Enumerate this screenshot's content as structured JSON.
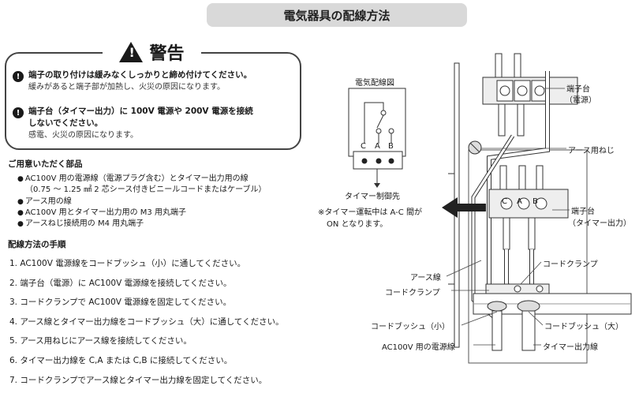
{
  "title": "電気器具の配線方法",
  "warning": {
    "heading": "警告",
    "items": [
      {
        "strong": "端子の取り付けは緩みなくしっかりと締め付けてください。",
        "sub": "緩みがあると端子部が加熱し、火災の原因になります。"
      },
      {
        "strong1": "端子台（タイマー出力）に 100V 電源や 200V 電源を接続",
        "strong2": "しないでください。",
        "sub": "感電、火災の原因になります。"
      }
    ]
  },
  "parts": {
    "heading": "ご用意いただく部品",
    "items": [
      "AC100V 用の電源線（電源プラグ含む）とタイマー出力用の線",
      "（0.75 ～ 1.25 ㎟ 2 芯シース付きビニールコードまたはケーブル）",
      "アース用の線",
      "AC100V 用とタイマー出力用の M3 用丸端子",
      "アースねじ接続用の M4 用丸端子"
    ]
  },
  "procedure": {
    "heading": "配線方法の手順",
    "steps": [
      "1.  AC100V 電源線をコードブッシュ（小）に通してください。",
      "2.  端子台（電源）に AC100V 電源線を接続してください。",
      "3.  コードクランプで AC100V 電源線を固定してください。",
      "4.  アース線とタイマー出力線をコードブッシュ（大）に通してください。",
      "5.  アース用ねじにアース線を接続してください。",
      "6.  タイマー出力線を C,A または C,B に接続してください。",
      "7.  コードクランプでアース線とタイマー出力線を固定してください。"
    ]
  },
  "diagram": {
    "wiring_title": "電気配線図",
    "terminal_letters": [
      "C",
      "A",
      "B"
    ],
    "timer_dest": "タイマー制御先",
    "note1": "※タイマー運転中は A-C 間が",
    "note2": "ON となります。",
    "terminal_power1": "端子台",
    "terminal_power2": "（電源）",
    "earth_screw": "アース用ねじ",
    "terminal_timer1": "端子台",
    "terminal_timer2": "（タイマー出力）",
    "earth_wire": "アース線",
    "cord_clamp_a": "コードクランプ",
    "cord_clamp_b": "コードクランプ",
    "bushing_small": "コードブッシュ（小）",
    "bushing_large": "コードブッシュ（大）",
    "ac_wire": "AC100V 用の電源線",
    "timer_wire": "タイマー出力線"
  }
}
